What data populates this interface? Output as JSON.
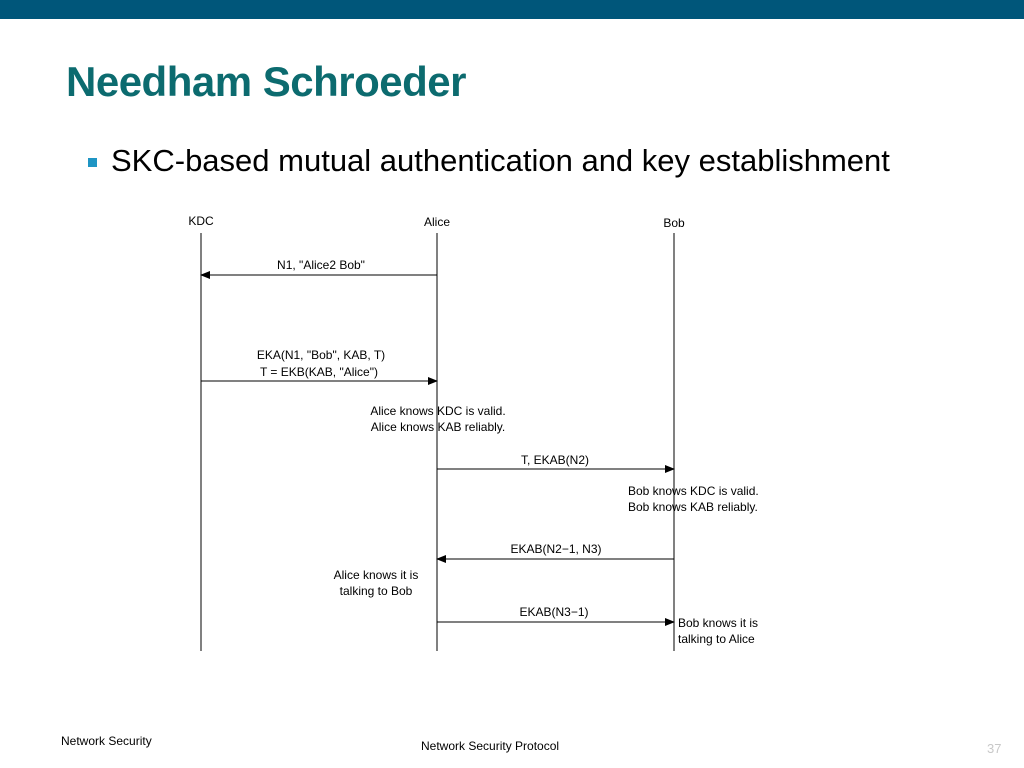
{
  "slide": {
    "title": "Needham Schroeder",
    "bullet": "SKC-based mutual authentication and key establishment",
    "footer_left": "Network Security",
    "footer_center": "Network Security Protocol",
    "page_number": "37"
  },
  "colors": {
    "top_bar": "#00567a",
    "title": "#0c6b6f",
    "bullet": "#1f95c4",
    "page_number": "#c8c8c8"
  },
  "diagram": {
    "participants": [
      "KDC",
      "Alice",
      "Bob"
    ],
    "messages": [
      {
        "from": "Alice",
        "to": "KDC",
        "label": "N1, \"Alice2 Bob\""
      },
      {
        "from": "KDC",
        "to": "Alice",
        "label_line1": "EKA(N1, \"Bob\", KAB, T)",
        "label_line2": "T = EKB(KAB, \"Alice\")"
      },
      {
        "from": "Alice",
        "to": "Bob",
        "label": "T, EKAB(N2)"
      },
      {
        "from": "Bob",
        "to": "Alice",
        "label": "EKAB(N2−1, N3)"
      },
      {
        "from": "Alice",
        "to": "Bob",
        "label": "EKAB(N3−1)"
      }
    ],
    "notes": {
      "alice_knows_kdc": "Alice knows KDC is valid.",
      "alice_knows_kab": "Alice knows KAB reliably.",
      "bob_knows_kdc": "Bob knows KDC is valid.",
      "bob_knows_kab": "Bob knows KAB reliably.",
      "alice_talking_1": "Alice knows it is",
      "alice_talking_2": "talking to Bob",
      "bob_talking_1": "Bob knows it is",
      "bob_talking_2": "talking to Alice"
    }
  }
}
